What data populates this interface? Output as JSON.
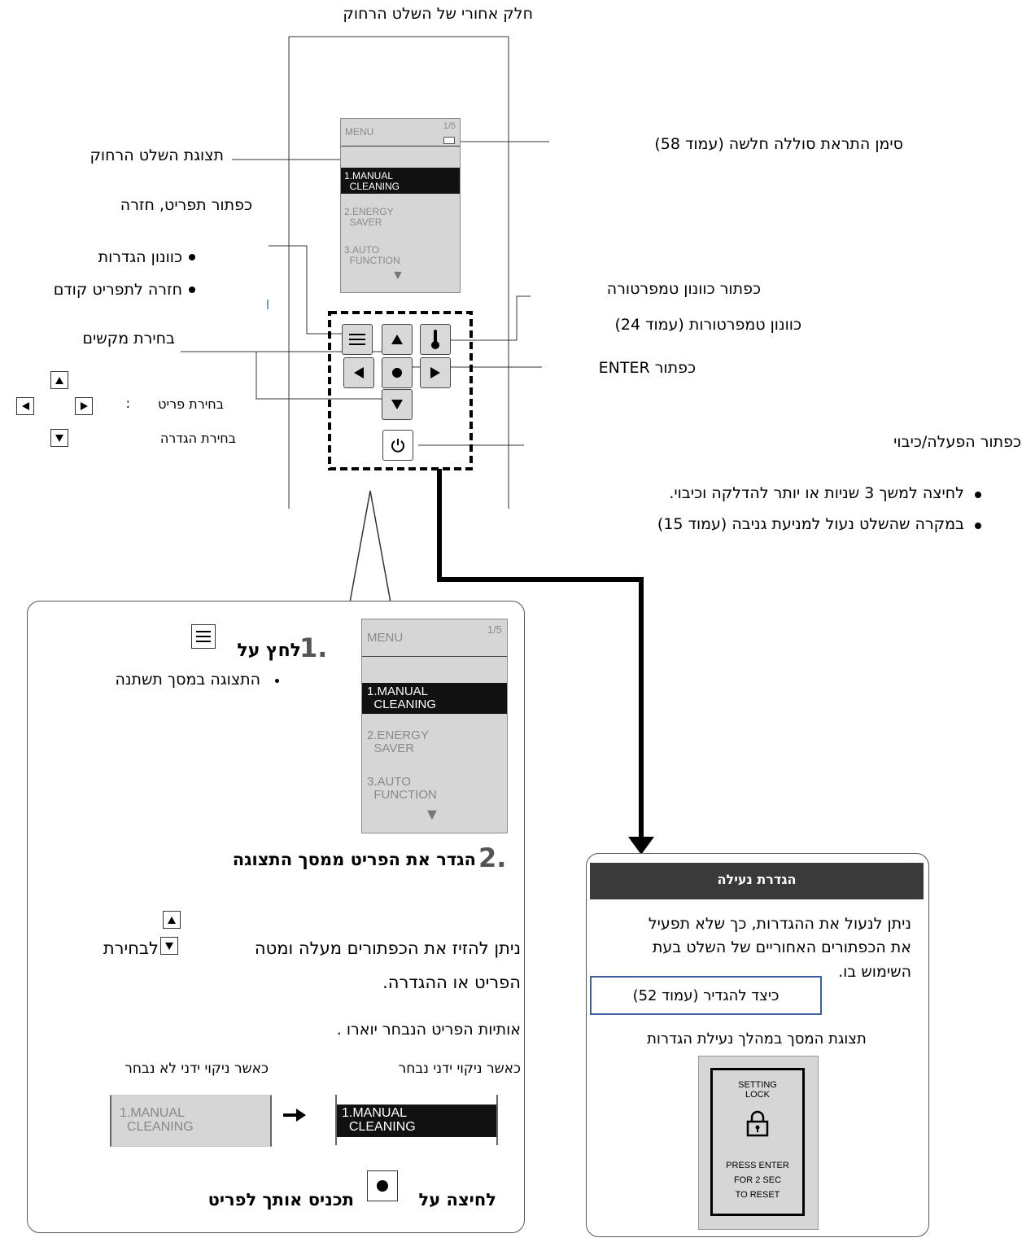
{
  "remote": {
    "back_title": "חלק אחורי של השלט הרחוק",
    "lcd": {
      "menu": "MENU",
      "page": "1/5",
      "item1": "1.MANUAL\n  CLEANING",
      "item2": "2.ENERGY\n  SAVER",
      "item3": "3.AUTO\n  FUNCTION",
      "more_arrow": "▼"
    },
    "labels": {
      "display": "תצוגת השלט הרחוק",
      "battery": "סימן התראת סוללה חלשה (עמוד 58)",
      "menu_button": "כפתור תפריט, חזרה",
      "menu_bullet1": "כוונון הגדרות",
      "menu_bullet2": "חזרה לתפריט קודם",
      "temp_button": "כפתור כוונון טמפרטורה",
      "temp_adjust": "כוונון טמפרטורות (עמוד 24)",
      "arrow_select": "בחירת מקשים",
      "enter_button": "כפתור ENTER",
      "select_item": "בחירת פריט",
      "select_setting": "בחירת הגדרה",
      "colon": ":",
      "power_button": "כפתור הפעלה/כיבוי",
      "power_bullet1": "לחיצה למשך 3 שניות או יותר להדלקה וכיבוי.",
      "power_bullet2": "במקרה שהשלט נעול למניעת גניבה (עמוד 15)"
    }
  },
  "steps": {
    "step1_num": "1.",
    "step1_text": "לחץ על",
    "step1_bullet": "התצוגה במסך תשתנה",
    "step2_num": "2.",
    "step2_title": "הגדר את הפריט ממסך התצוגה",
    "step2_text1": "ניתן להזיז את הכפתורים מעלה ומטה",
    "step2_text1b": "לבחירת",
    "step2_text2": "הפריט או ההגדרה.",
    "step2_text3": "אותיות הפריט הנבחר יוארו .",
    "not_selected": "כאשר ניקוי ידני לא נבחר",
    "selected": "כאשר ניקוי ידני נבחר",
    "compare_item": "1.MANUAL\n  CLEANING",
    "press_prefix": "לחיצה על",
    "press_suffix": "תכניס אותך לפריט"
  },
  "lock": {
    "header": "הגדרת נעילה",
    "text1": "ניתן לנעול את ההגדרות, כך שלא תפעיל",
    "text2": "את הכפתורים האחוריים של השלט בעת",
    "text3": "השימוש בו.",
    "howto": "כיצד להגדיר (עמוד 52)",
    "screen_caption": "תצוגת המסך במהלך נעילת הגדרות",
    "screen_title": "SETTING\nLOCK",
    "screen_text": "PRESS ENTER\nFOR 2 SEC\nTO RESET"
  }
}
